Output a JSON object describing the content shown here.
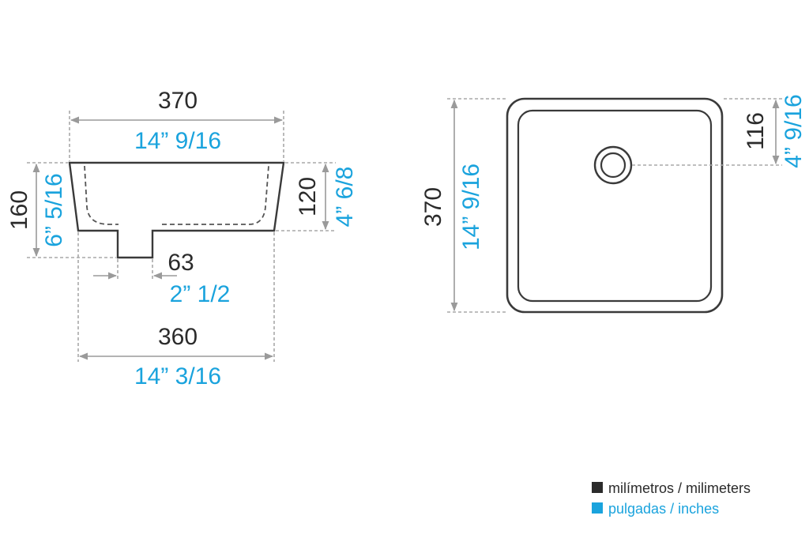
{
  "side_view": {
    "top_width_mm": "370",
    "top_width_in": "14” 9/16",
    "total_height_mm": "160",
    "total_height_in": "6” 5/16",
    "bowl_height_mm": "120",
    "bowl_height_in": "4” 6/8",
    "drain_width_mm": "63",
    "drain_width_in": "2” 1/2",
    "bottom_width_mm": "360",
    "bottom_width_in": "14” 3/16"
  },
  "top_view": {
    "length_mm": "370",
    "length_in": "14” 9/16",
    "drain_offset_mm": "116",
    "drain_offset_in": "4” 9/16"
  },
  "legend": {
    "mm_label": "milímetros / milimeters",
    "in_label": "pulgadas / inches",
    "mm_color": "#2b2b2b",
    "in_color": "#1aa3dd"
  }
}
